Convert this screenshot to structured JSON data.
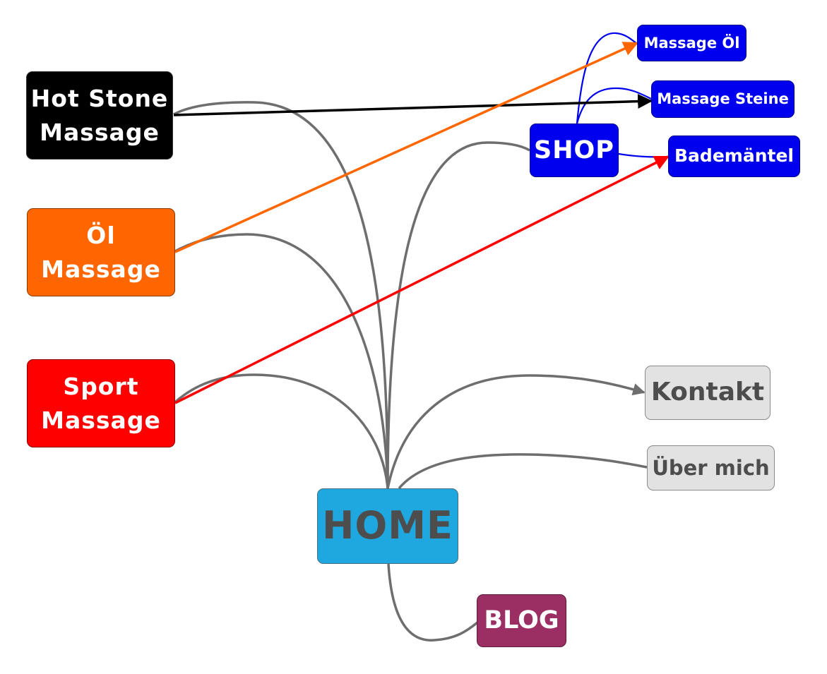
{
  "nodes": {
    "hotstone": "Hot Stone\nMassage",
    "oel": "Öl\nMassage",
    "sport": "Sport\nMassage",
    "home": "HOME",
    "blog": "BLOG",
    "shop": "SHOP",
    "massage_oel": "Massage Öl",
    "massage_steine": "Massage Steine",
    "bademantel": "Bademäntel",
    "kontakt": "Kontakt",
    "ueber_mich": "Über mich"
  },
  "colors": {
    "link": "#6e6e6e",
    "hotstone_arrow": "#000000",
    "oel_arrow": "#ff6600",
    "sport_arrow": "#ff0000",
    "shop_link": "#0000ee",
    "home_fill": "#1fa7df",
    "blog_fill": "#9b2f63",
    "shop_fill": "#0000ee",
    "grey_fill": "#e2e2e2"
  },
  "edges": [
    {
      "from": "HOME",
      "to": "Hot Stone Massage",
      "arrow": false
    },
    {
      "from": "HOME",
      "to": "Öl Massage",
      "arrow": false
    },
    {
      "from": "HOME",
      "to": "Sport Massage",
      "arrow": false
    },
    {
      "from": "HOME",
      "to": "SHOP",
      "arrow": false
    },
    {
      "from": "HOME",
      "to": "Kontakt",
      "arrow": true
    },
    {
      "from": "HOME",
      "to": "Über mich",
      "arrow": false
    },
    {
      "from": "HOME",
      "to": "BLOG",
      "arrow": false
    },
    {
      "from": "SHOP",
      "to": "Massage Öl",
      "arrow": false
    },
    {
      "from": "SHOP",
      "to": "Massage Steine",
      "arrow": false
    },
    {
      "from": "SHOP",
      "to": "Bademäntel",
      "arrow": false
    },
    {
      "from": "Hot Stone Massage",
      "to": "Massage Steine",
      "arrow": true
    },
    {
      "from": "Öl Massage",
      "to": "Massage Öl",
      "arrow": true
    },
    {
      "from": "Sport Massage",
      "to": "Bademäntel",
      "arrow": true
    }
  ]
}
